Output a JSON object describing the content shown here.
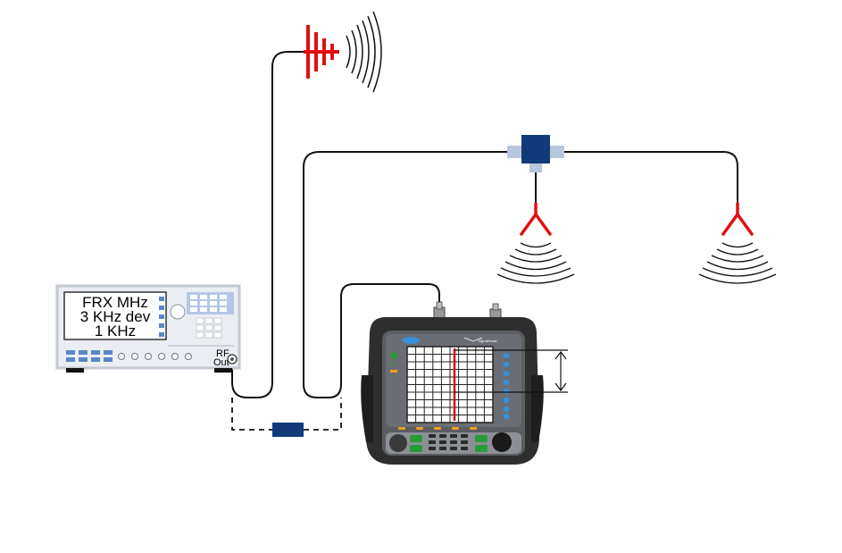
{
  "generator": {
    "display_lines": [
      "FRX MHz",
      "3 KHz dev",
      "1 KHz"
    ],
    "rf_label_line1": "RF",
    "rf_label_line2": "Out"
  },
  "analyzer": {
    "brand_label": "SignalHawk"
  },
  "colors": {
    "cable": "#111111",
    "antenna": "#e01010",
    "splitter_body": "#123a7a",
    "splitter_port": "#b8c8dc",
    "attenuator": "#123a7a",
    "analyzer_body": "#2e2e2e",
    "marker_line": "#d01010",
    "softkey": "#3a8fd6",
    "green_key": "#2a9a3a",
    "orange_key": "#f0a020"
  },
  "icons": {
    "generator": "signal-generator-icon",
    "tx_antenna": "transmit-antenna-icon",
    "splitter": "power-splitter-icon",
    "rx_antenna_left": "receive-antenna-icon",
    "rx_antenna_right": "receive-antenna-icon",
    "attenuator": "attenuator-icon",
    "analyzer": "spectrum-analyzer-icon",
    "measurement_arrow": "double-arrow-icon"
  }
}
